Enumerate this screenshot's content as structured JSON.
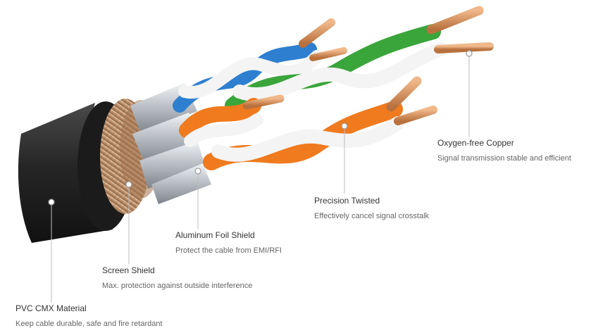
{
  "colors": {
    "jacket": "#252525",
    "braid": "#c9a27e",
    "foil": "#c8ccd0",
    "copper": "#d08a55",
    "blue": "#2e7fd0",
    "green": "#3aa53a",
    "orange": "#f07a1e",
    "leader": "#bdbdbd",
    "title_text": "#333333",
    "desc_text": "#666666"
  },
  "callouts": [
    {
      "id": "copper",
      "title": "Oxygen-free Copper",
      "desc": "Signal transmission stable and efficient"
    },
    {
      "id": "twisted",
      "title": "Precision Twisted",
      "desc": "Effectively cancel signal crosstalk"
    },
    {
      "id": "foil",
      "title": "Aluminum Foil Shield",
      "desc": "Protect the cable from EMI/RFI"
    },
    {
      "id": "screen",
      "title": "Screen Shield",
      "desc": "Max. protection against outside interference"
    },
    {
      "id": "pvc",
      "title": "PVC CMX Material",
      "desc": "Keep cable durable, safe and fire retardant"
    }
  ]
}
